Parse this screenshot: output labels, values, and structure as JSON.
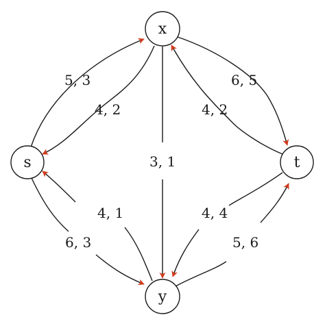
{
  "colors": {
    "stroke": "#1a1a1a",
    "arrowhead": "#d23c1e",
    "background": "#ffffff"
  },
  "nodes": {
    "x": {
      "label": "x"
    },
    "s": {
      "label": "s"
    },
    "t": {
      "label": "t"
    },
    "y": {
      "label": "y"
    }
  },
  "edges": [
    {
      "id": "s-x",
      "from": "s",
      "to": "x",
      "label": "5, 3"
    },
    {
      "id": "x-s",
      "from": "x",
      "to": "s",
      "label": "4, 2"
    },
    {
      "id": "x-t",
      "from": "x",
      "to": "t",
      "label": "6, 5"
    },
    {
      "id": "t-x",
      "from": "t",
      "to": "x",
      "label": "4, 2"
    },
    {
      "id": "x-y",
      "from": "x",
      "to": "y",
      "label": "3, 1"
    },
    {
      "id": "y-s",
      "from": "y",
      "to": "s",
      "label": "4, 1"
    },
    {
      "id": "s-y",
      "from": "s",
      "to": "y",
      "label": "6, 3"
    },
    {
      "id": "t-y",
      "from": "t",
      "to": "y",
      "label": "4, 4"
    },
    {
      "id": "y-t",
      "from": "y",
      "to": "t",
      "label": "5, 6"
    }
  ]
}
